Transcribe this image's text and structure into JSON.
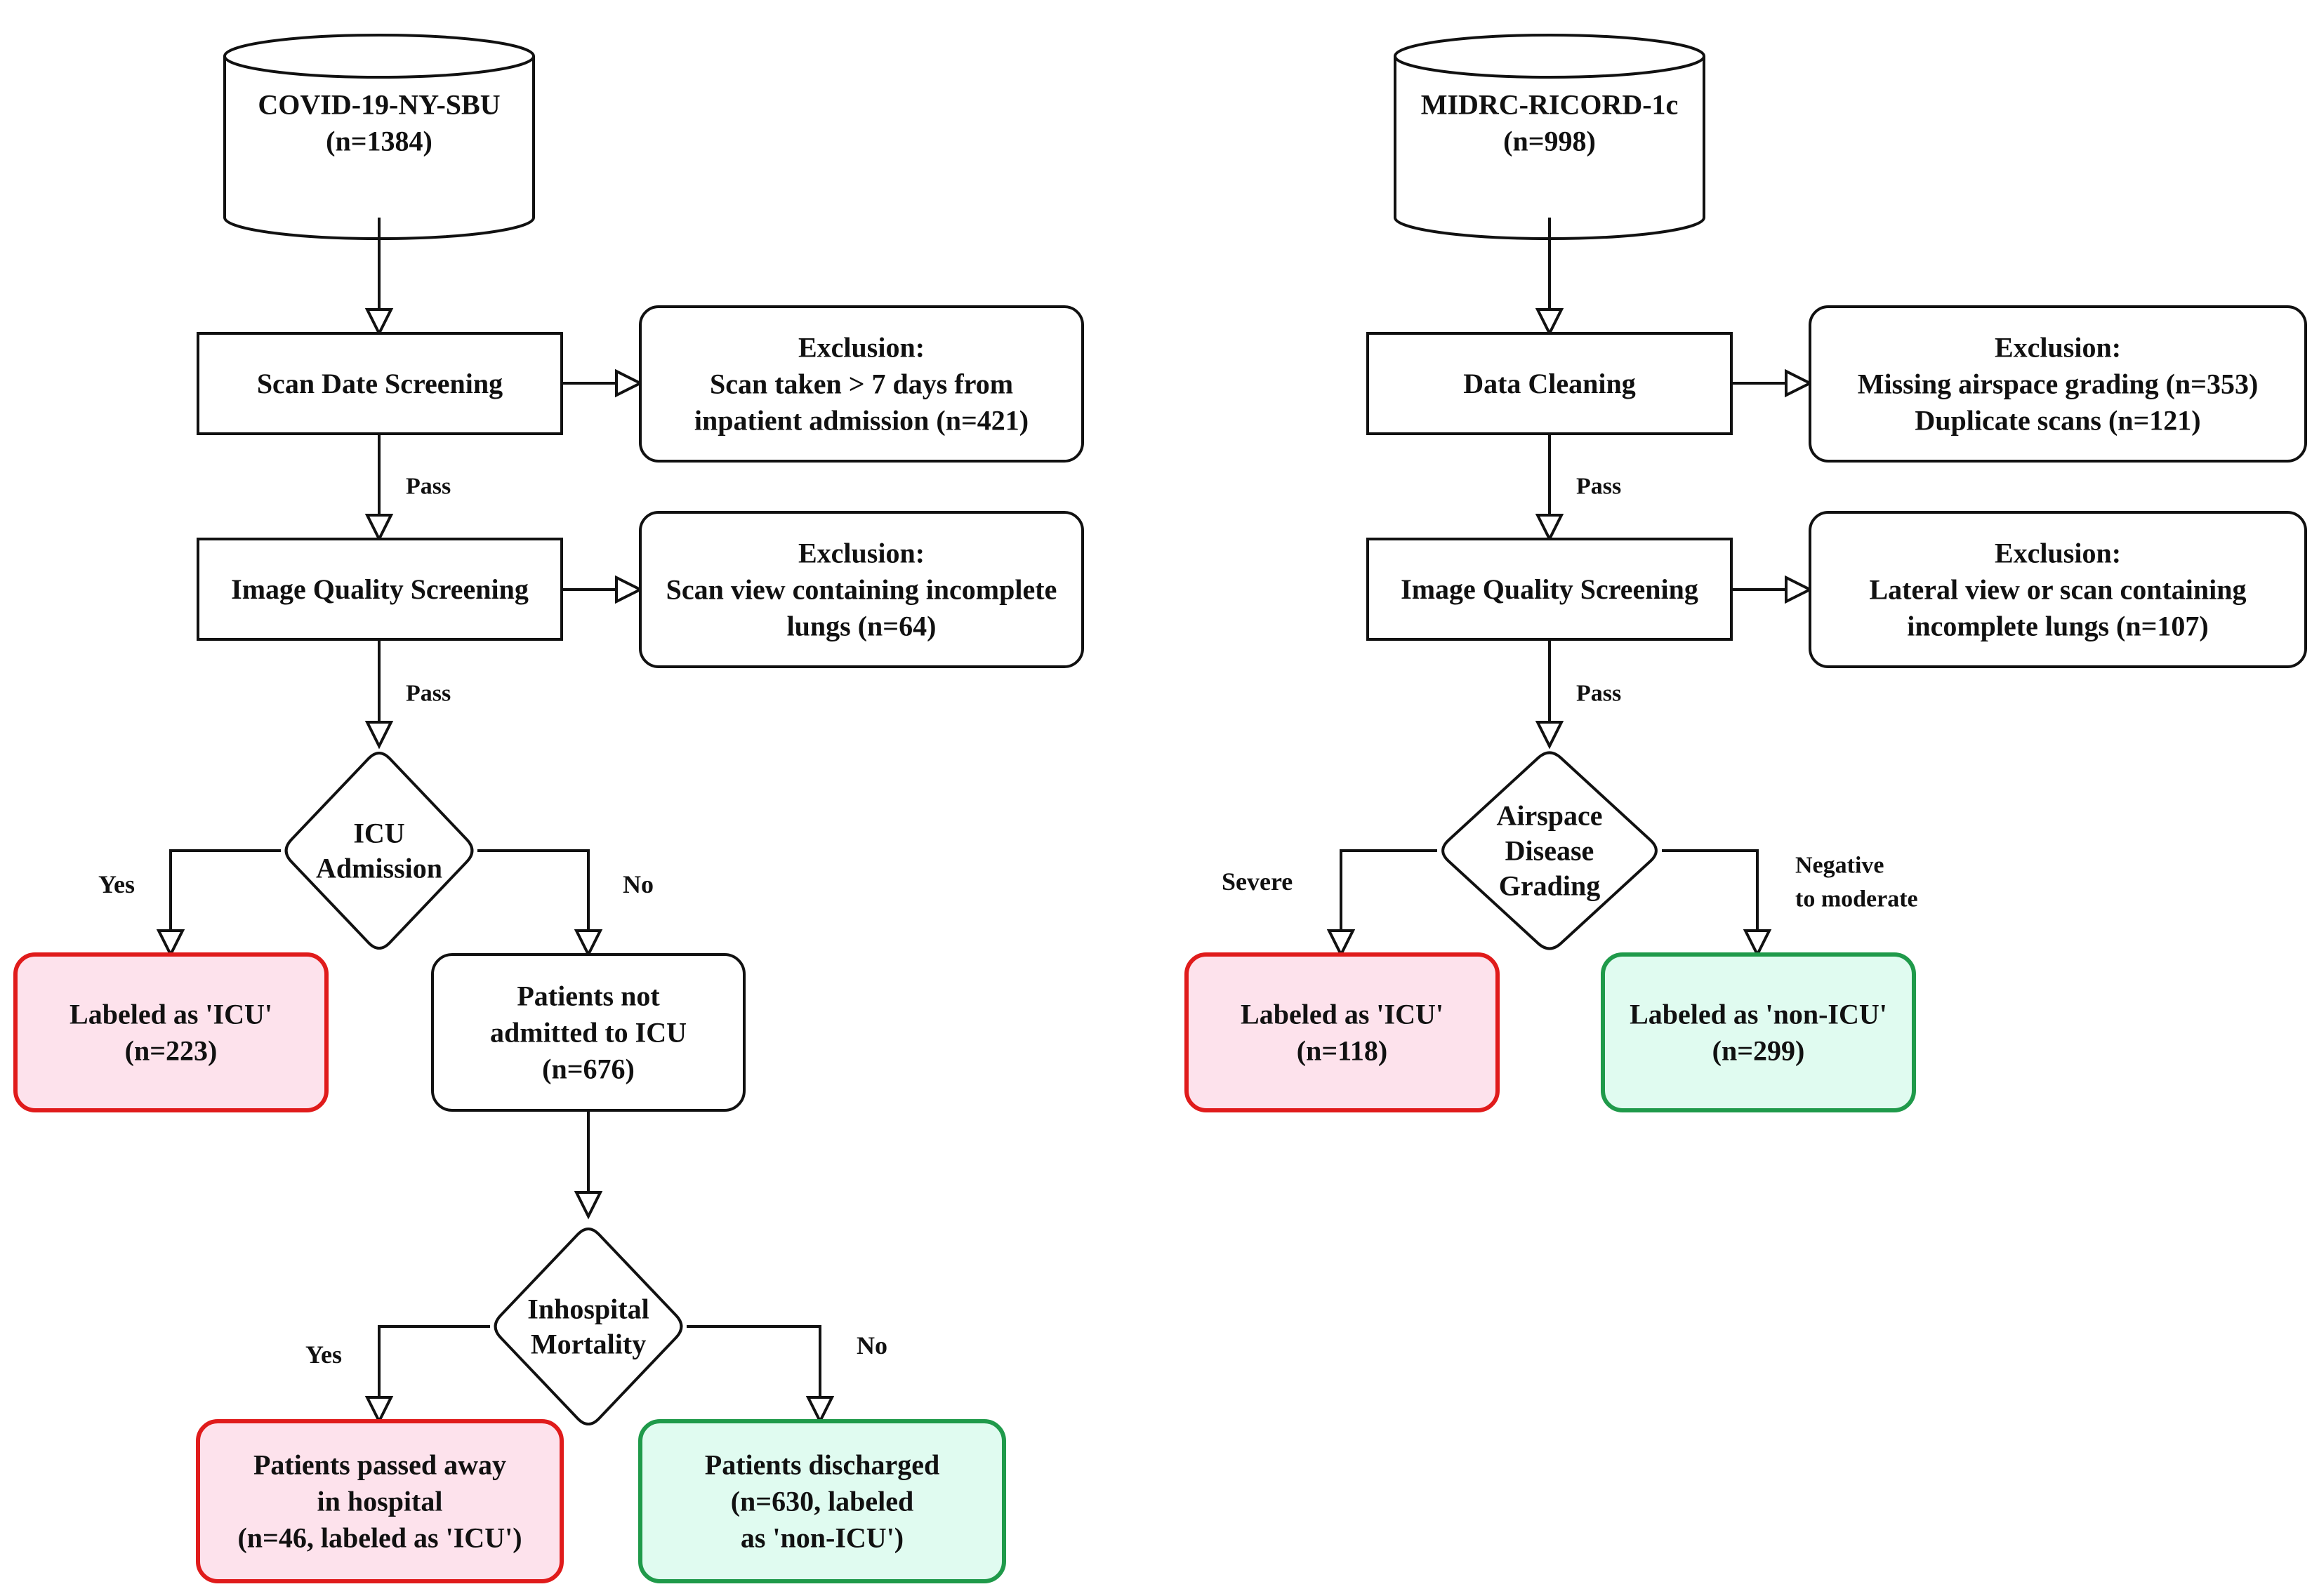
{
  "colors": {
    "icu_fill": "#fde2ec",
    "icu_stroke": "#e01b1b",
    "nonicu_fill": "#e0fbf0",
    "nonicu_stroke": "#1f9a4a",
    "neutral_fill": "#ffffff",
    "neutral_stroke": "#111111"
  },
  "left": {
    "database": [
      "COVID-19-NY-SBU",
      "(n=1384)"
    ],
    "step1": [
      "Scan Date Screening"
    ],
    "exclusion1": [
      "Exclusion:",
      "Scan taken > 7 days from",
      "inpatient admission (n=421)"
    ],
    "pass1": "Pass",
    "step2": [
      "Image Quality Screening"
    ],
    "exclusion2": [
      "Exclusion:",
      "Scan view containing incomplete",
      "lungs (n=64)"
    ],
    "pass2": "Pass",
    "decision1": [
      "ICU",
      "Admission"
    ],
    "yes1": "Yes",
    "no1": "No",
    "icu_label": [
      "Labeled as 'ICU'",
      "(n=223)"
    ],
    "not_admitted": [
      "Patients not",
      "admitted to ICU",
      "(n=676)"
    ],
    "decision2": [
      "Inhospital",
      "Mortality"
    ],
    "yes2": "Yes",
    "no2": "No",
    "passed_away": [
      "Patients passed away",
      "in hospital",
      "(n=46, labeled as 'ICU')"
    ],
    "discharged": [
      "Patients discharged",
      "(n=630, labeled",
      "as 'non-ICU')"
    ]
  },
  "right": {
    "database": [
      "MIDRC-RICORD-1c",
      "(n=998)"
    ],
    "step1": [
      "Data Cleaning"
    ],
    "exclusion1": [
      "Exclusion:",
      "Missing airspace grading (n=353)",
      "Duplicate scans (n=121)"
    ],
    "pass1": "Pass",
    "step2": [
      "Image Quality Screening"
    ],
    "exclusion2": [
      "Exclusion:",
      "Lateral view or scan containing",
      "incomplete lungs (n=107)"
    ],
    "pass2": "Pass",
    "decision": [
      "Airspace",
      "Disease",
      "Grading"
    ],
    "severe": "Severe",
    "negative": [
      "Negative",
      "to moderate"
    ],
    "icu_label": [
      "Labeled as 'ICU'",
      "(n=118)"
    ],
    "nonicu_label": [
      "Labeled as 'non-ICU'",
      "(n=299)"
    ]
  }
}
